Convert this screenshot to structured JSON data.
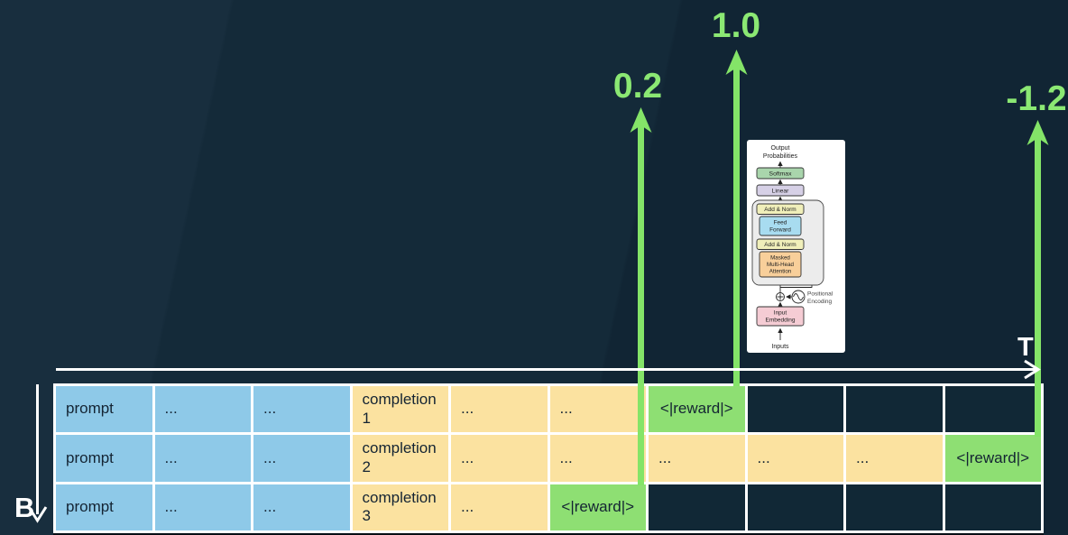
{
  "slide": {
    "background_base": "#142a39",
    "accent_green": "#84e468",
    "axis_color": "#ffffff",
    "cell_colors": {
      "prompt": "#8ec9e8",
      "completion": "#fbe2a0",
      "reward": "#8edf73",
      "empty": "#112836"
    }
  },
  "rewards": [
    {
      "value": "0.2"
    },
    {
      "value": "1.0"
    },
    {
      "value": "-1.2"
    }
  ],
  "axes": {
    "horizontal_label": "T",
    "vertical_label": "B"
  },
  "table": {
    "rows": [
      {
        "cells": [
          {
            "text": "prompt",
            "kind": "prompt"
          },
          {
            "text": "...",
            "kind": "prompt-ellipsis"
          },
          {
            "text": "...",
            "kind": "prompt-ellipsis"
          },
          {
            "text": "completion 1",
            "kind": "completion"
          },
          {
            "text": "...",
            "kind": "completion-ellipsis"
          },
          {
            "text": "...",
            "kind": "completion-ellipsis"
          },
          {
            "text": "<|reward|>",
            "kind": "reward"
          },
          {
            "text": "",
            "kind": "empty"
          },
          {
            "text": "",
            "kind": "empty"
          },
          {
            "text": "",
            "kind": "empty"
          }
        ]
      },
      {
        "cells": [
          {
            "text": "prompt",
            "kind": "prompt"
          },
          {
            "text": "...",
            "kind": "prompt-ellipsis"
          },
          {
            "text": "...",
            "kind": "prompt-ellipsis"
          },
          {
            "text": "completion 2",
            "kind": "completion"
          },
          {
            "text": "...",
            "kind": "completion-ellipsis"
          },
          {
            "text": "...",
            "kind": "completion-ellipsis"
          },
          {
            "text": "...",
            "kind": "completion-ellipsis"
          },
          {
            "text": "...",
            "kind": "completion-ellipsis"
          },
          {
            "text": "...",
            "kind": "completion-ellipsis"
          },
          {
            "text": "<|reward|>",
            "kind": "reward"
          }
        ]
      },
      {
        "cells": [
          {
            "text": "prompt",
            "kind": "prompt"
          },
          {
            "text": "...",
            "kind": "prompt-ellipsis"
          },
          {
            "text": "...",
            "kind": "prompt-ellipsis"
          },
          {
            "text": "completion 3",
            "kind": "completion"
          },
          {
            "text": "...",
            "kind": "completion-ellipsis"
          },
          {
            "text": "<|reward|>",
            "kind": "reward"
          },
          {
            "text": "",
            "kind": "empty"
          },
          {
            "text": "",
            "kind": "empty"
          },
          {
            "text": "",
            "kind": "empty"
          },
          {
            "text": "",
            "kind": "empty"
          }
        ]
      }
    ]
  },
  "transformer": {
    "output_line1": "Output",
    "output_line2": "Probabilities",
    "softmax": "Softmax",
    "linear": "Linear",
    "add_norm_top": "Add & Norm",
    "feed_line1": "Feed",
    "feed_line2": "Forward",
    "add_norm_bottom": "Add & Norm",
    "masked_line1": "Masked",
    "masked_line2": "Multi-Head",
    "masked_line3": "Attention",
    "positional_line1": "Positional",
    "positional_line2": "Encoding",
    "embedding_line1": "Input",
    "embedding_line2": "Embedding",
    "inputs": "Inputs",
    "colors": {
      "softmax": "#a9d5ac",
      "linear": "#d6d0e6",
      "add_norm": "#f0efba",
      "feed_forward": "#a8dcf0",
      "attention": "#f8cf9a",
      "embedding": "#f5ccd4"
    }
  }
}
